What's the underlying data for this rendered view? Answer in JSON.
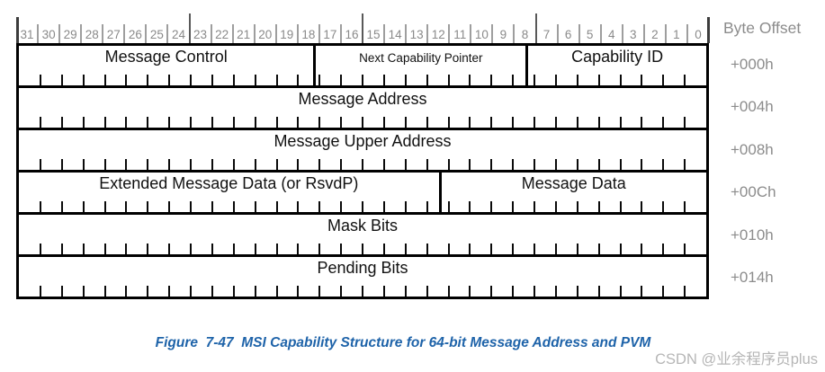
{
  "diagram": {
    "byte_offset_header": "Byte Offset",
    "bit_labels": [
      "31",
      "30",
      "29",
      "28",
      "27",
      "26",
      "25",
      "24",
      "23",
      "22",
      "21",
      "20",
      "19",
      "18",
      "17",
      "16",
      "15",
      "14",
      "13",
      "12",
      "11",
      "10",
      "9",
      "8",
      "7",
      "6",
      "5",
      "4",
      "3",
      "2",
      "1",
      "0"
    ],
    "byte_boundary_positions": [
      8,
      16,
      24
    ],
    "rows": [
      {
        "offset": "+000h",
        "fields": [
          {
            "label": "Message Control",
            "bits": 16,
            "text_size": "large"
          },
          {
            "label": "Next Capability Pointer",
            "bits": 8,
            "text_size": "small"
          },
          {
            "label": "Capability ID",
            "bits": 8,
            "text_size": "large"
          }
        ]
      },
      {
        "offset": "+004h",
        "fields": [
          {
            "label": "Message Address",
            "bits": 32,
            "text_size": "large"
          }
        ]
      },
      {
        "offset": "+008h",
        "fields": [
          {
            "label": "Message Upper Address",
            "bits": 32,
            "text_size": "large"
          }
        ]
      },
      {
        "offset": "+00Ch",
        "fields": [
          {
            "label": "Extended Message Data (or RsvdP)",
            "bits": 16,
            "text_size": "large"
          },
          {
            "label": "Message Data",
            "bits": 16,
            "text_size": "large"
          }
        ]
      },
      {
        "offset": "+010h",
        "fields": [
          {
            "label": "Mask Bits",
            "bits": 32,
            "text_size": "large"
          }
        ]
      },
      {
        "offset": "+014h",
        "fields": [
          {
            "label": "Pending Bits",
            "bits": 32,
            "text_size": "large"
          }
        ]
      }
    ]
  },
  "caption": {
    "text": "Figure  7-47  MSI Capability Structure for 64-bit Message Address and PVM"
  },
  "watermark": {
    "text": "CSDN @业余程序员plus"
  },
  "colors": {
    "caption_blue": "#1e63a9",
    "field_text": "#111111",
    "gray_text": "#8c8c8c",
    "header_separator_gray": "#9e9e9e",
    "byte_boundary_dark": "#595959",
    "watermark_gray": "#b6b6b6",
    "border_black": "#000000"
  }
}
